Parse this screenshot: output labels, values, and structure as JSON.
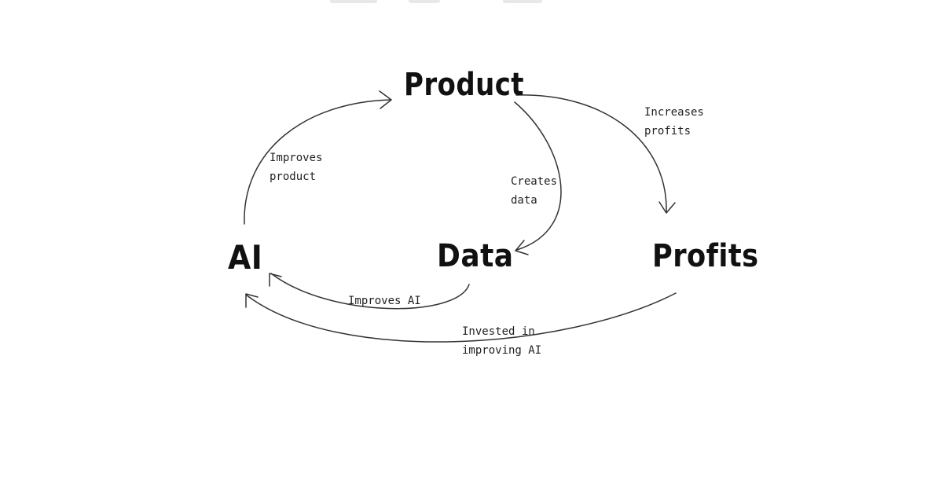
{
  "nodes": {
    "product": "Product",
    "ai": "AI",
    "data": "Data",
    "profits": "Profits"
  },
  "edges": {
    "ai_to_product": [
      "Improves",
      "product"
    ],
    "product_to_data": [
      "Creates",
      "data"
    ],
    "product_to_profits": [
      "Increases",
      "profits"
    ],
    "data_to_ai": [
      "Improves AI"
    ],
    "profits_to_ai": [
      "Invested in",
      "improving AI"
    ]
  },
  "colors": {
    "stroke": "#333333",
    "text": "#111111"
  }
}
